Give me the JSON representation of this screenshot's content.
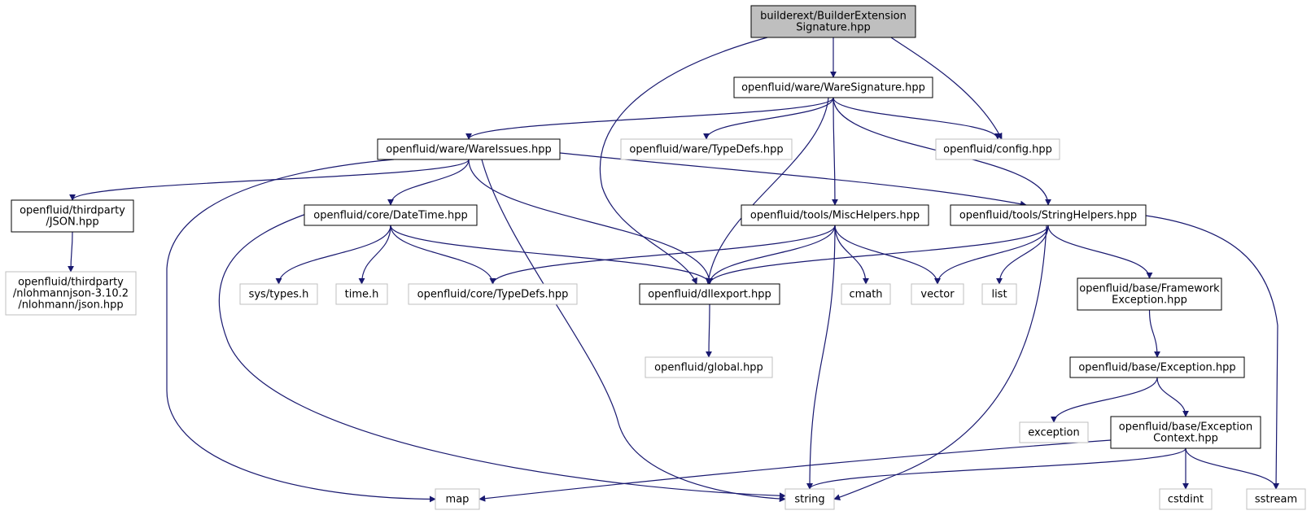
{
  "colors": {
    "edge": "#191970",
    "root_fill": "#bfbfbf",
    "documented_border": "#000000",
    "external_border": "#bfbfbf",
    "text": "#000000"
  },
  "nodes": [
    {
      "id": "builder",
      "lines": [
        "builderext/BuilderExtension",
        "Signature.hpp"
      ],
      "kind": "root"
    },
    {
      "id": "waresig",
      "lines": [
        "openfluid/ware/WareSignature.hpp"
      ],
      "kind": "doc"
    },
    {
      "id": "wareissues",
      "lines": [
        "openfluid/ware/WareIssues.hpp"
      ],
      "kind": "doc"
    },
    {
      "id": "waretypedefs",
      "lines": [
        "openfluid/ware/TypeDefs.hpp"
      ],
      "kind": "ext"
    },
    {
      "id": "config",
      "lines": [
        "openfluid/config.hpp"
      ],
      "kind": "ext"
    },
    {
      "id": "json",
      "lines": [
        "openfluid/thirdparty",
        "/JSON.hpp"
      ],
      "kind": "doc"
    },
    {
      "id": "nlohmann",
      "lines": [
        "openfluid/thirdparty",
        "/nlohmannjson-3.10.2",
        "/nlohmann/json.hpp"
      ],
      "kind": "ext"
    },
    {
      "id": "datetime",
      "lines": [
        "openfluid/core/DateTime.hpp"
      ],
      "kind": "doc"
    },
    {
      "id": "mischelpers",
      "lines": [
        "openfluid/tools/MiscHelpers.hpp"
      ],
      "kind": "doc"
    },
    {
      "id": "stringhelpers",
      "lines": [
        "openfluid/tools/StringHelpers.hpp"
      ],
      "kind": "doc"
    },
    {
      "id": "systypes",
      "lines": [
        "sys/types.h"
      ],
      "kind": "ext"
    },
    {
      "id": "timeh",
      "lines": [
        "time.h"
      ],
      "kind": "ext"
    },
    {
      "id": "coretypedefs",
      "lines": [
        "openfluid/core/TypeDefs.hpp"
      ],
      "kind": "ext"
    },
    {
      "id": "dllexport",
      "lines": [
        "openfluid/dllexport.hpp"
      ],
      "kind": "doc"
    },
    {
      "id": "cmath",
      "lines": [
        "cmath"
      ],
      "kind": "ext"
    },
    {
      "id": "vector",
      "lines": [
        "vector"
      ],
      "kind": "ext"
    },
    {
      "id": "list",
      "lines": [
        "list"
      ],
      "kind": "ext"
    },
    {
      "id": "fwexception",
      "lines": [
        "openfluid/base/Framework",
        "Exception.hpp"
      ],
      "kind": "doc"
    },
    {
      "id": "global",
      "lines": [
        "openfluid/global.hpp"
      ],
      "kind": "ext"
    },
    {
      "id": "exceptionhpp",
      "lines": [
        "openfluid/base/Exception.hpp"
      ],
      "kind": "doc"
    },
    {
      "id": "exception",
      "lines": [
        "exception"
      ],
      "kind": "ext"
    },
    {
      "id": "exccontext",
      "lines": [
        "openfluid/base/Exception",
        "Context.hpp"
      ],
      "kind": "doc"
    },
    {
      "id": "map",
      "lines": [
        "map"
      ],
      "kind": "ext"
    },
    {
      "id": "string",
      "lines": [
        "string"
      ],
      "kind": "ext"
    },
    {
      "id": "cstdint",
      "lines": [
        "cstdint"
      ],
      "kind": "ext"
    },
    {
      "id": "sstream",
      "lines": [
        "sstream"
      ],
      "kind": "ext"
    }
  ],
  "edges": [
    {
      "from": "builder",
      "to": "waresig"
    },
    {
      "from": "builder",
      "to": "dllexport"
    },
    {
      "from": "builder",
      "to": "config"
    },
    {
      "from": "waresig",
      "to": "wareissues"
    },
    {
      "from": "waresig",
      "to": "waretypedefs"
    },
    {
      "from": "waresig",
      "to": "config"
    },
    {
      "from": "waresig",
      "to": "dllexport"
    },
    {
      "from": "waresig",
      "to": "mischelpers"
    },
    {
      "from": "waresig",
      "to": "stringhelpers"
    },
    {
      "from": "wareissues",
      "to": "json"
    },
    {
      "from": "wareissues",
      "to": "map"
    },
    {
      "from": "wareissues",
      "to": "datetime"
    },
    {
      "from": "wareissues",
      "to": "dllexport"
    },
    {
      "from": "wareissues",
      "to": "string"
    },
    {
      "from": "wareissues",
      "to": "stringhelpers"
    },
    {
      "from": "json",
      "to": "nlohmann"
    },
    {
      "from": "datetime",
      "to": "systypes"
    },
    {
      "from": "datetime",
      "to": "timeh"
    },
    {
      "from": "datetime",
      "to": "coretypedefs"
    },
    {
      "from": "datetime",
      "to": "dllexport"
    },
    {
      "from": "datetime",
      "to": "string"
    },
    {
      "from": "mischelpers",
      "to": "coretypedefs"
    },
    {
      "from": "mischelpers",
      "to": "dllexport"
    },
    {
      "from": "mischelpers",
      "to": "cmath"
    },
    {
      "from": "mischelpers",
      "to": "vector"
    },
    {
      "from": "mischelpers",
      "to": "string"
    },
    {
      "from": "stringhelpers",
      "to": "dllexport"
    },
    {
      "from": "stringhelpers",
      "to": "vector"
    },
    {
      "from": "stringhelpers",
      "to": "list"
    },
    {
      "from": "stringhelpers",
      "to": "string"
    },
    {
      "from": "stringhelpers",
      "to": "fwexception"
    },
    {
      "from": "stringhelpers",
      "to": "sstream"
    },
    {
      "from": "dllexport",
      "to": "global"
    },
    {
      "from": "fwexception",
      "to": "exceptionhpp"
    },
    {
      "from": "exceptionhpp",
      "to": "exception"
    },
    {
      "from": "exceptionhpp",
      "to": "exccontext"
    },
    {
      "from": "exccontext",
      "to": "map"
    },
    {
      "from": "exccontext",
      "to": "string"
    },
    {
      "from": "exccontext",
      "to": "cstdint"
    },
    {
      "from": "exccontext",
      "to": "sstream"
    }
  ]
}
